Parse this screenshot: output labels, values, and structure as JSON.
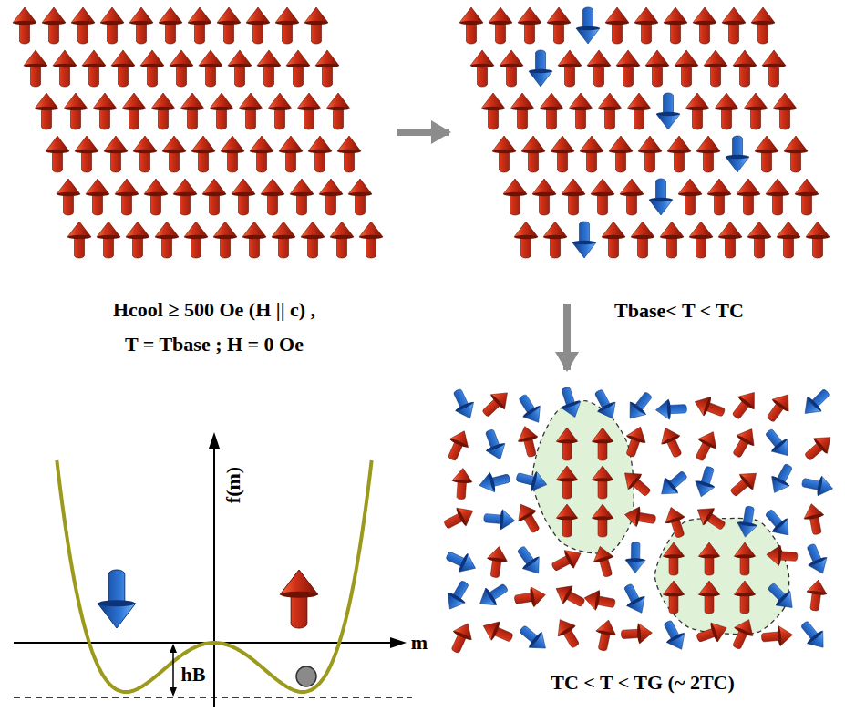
{
  "diagram": {
    "nodes": [
      {
        "text": [
          "Hcool ≥ 500 Oe (H || c) ,",
          "T = Tbase ; H = 0 Oe"
        ]
      },
      {
        "text": [
          "Tbase< T < TC"
        ]
      },
      {
        "text": [
          "TC < T < TG (~ 2TC)"
        ]
      }
    ],
    "edges": [
      {
        "from": 0,
        "to": 1,
        "arrow": "to"
      },
      {
        "from": 1,
        "to": 2,
        "arrow": "to"
      }
    ],
    "labels": [
      "f(m)",
      "m",
      "hB"
    ]
  }
}
